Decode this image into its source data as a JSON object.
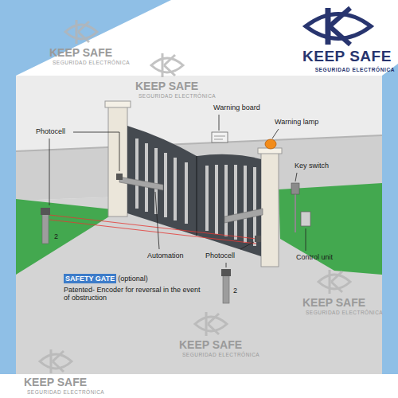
{
  "diagram": {
    "nodes": [
      {
        "text": [
          "SAFETY GATE"
        ]
      }
    ],
    "labels": [
      "KEEP SAFE",
      "SEGURIDAD ELECTRÓNICA",
      "Photocell",
      "Warning board",
      "Warning lamp",
      "Key switch",
      "Automation",
      "Photocell",
      "Control unit",
      "(optional)",
      "Patented- Encoder for reversal in the event of obstruction",
      "2",
      "2",
      "KEEP SAFE",
      "SEGURIDAD ELECTRÓNICA",
      "KEEP SAFE",
      "SEGURIDAD ELECTRÓNICA",
      "KEEP SAFE",
      "SEGURIDAD ELECTRÓNICA",
      "KEEP SAFE",
      "SEGURIDAD ELECTRÓNICA",
      "KEEP SAFE",
      "SEGURIDAD ELECTRÓNICA"
    ]
  }
}
